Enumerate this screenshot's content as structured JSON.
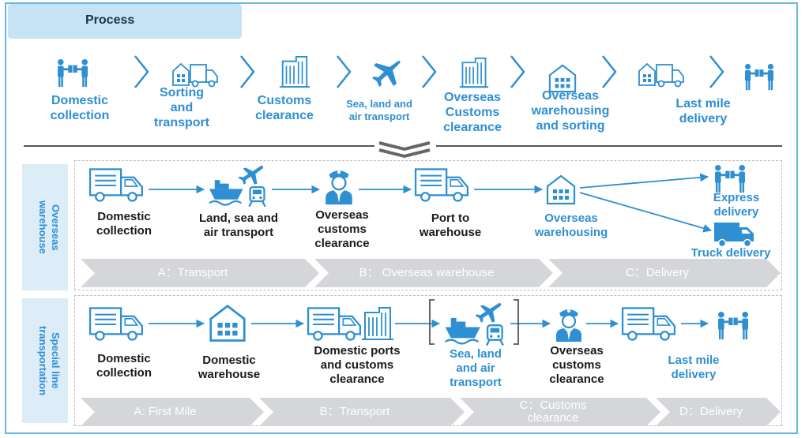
{
  "header": {
    "tab_label": "Process"
  },
  "process": {
    "steps": [
      {
        "label": "Domestic\ncollection",
        "icon": "handover-icon"
      },
      {
        "label": "Sorting\nand\ntransport",
        "icon": "warehouse-truck-icon"
      },
      {
        "label": "Customs\nclearance",
        "icon": "building-icon"
      },
      {
        "label": "Sea, land and\nair transport",
        "icon": "airplane-icon"
      },
      {
        "label": "Overseas\nCustoms\nclearance",
        "icon": "building-icon"
      },
      {
        "label": "Overseas\nwarehousing\nand sorting",
        "icon": "warehouse-icon"
      },
      {
        "label": "Last mile\ndelivery",
        "icon": "warehouse-truck-icon"
      }
    ]
  },
  "overseas": {
    "side_label": "Overseas\nwarehouse",
    "nodes": [
      {
        "label": "Domestic\ncollection",
        "icon": "truck-icon"
      },
      {
        "label": "Land, sea and\nair transport",
        "icon": "plane-ship-train-icon"
      },
      {
        "label": "Overseas\ncustoms\nclearance",
        "icon": "customs-officer-icon"
      },
      {
        "label": "Port to\nwarehouse",
        "icon": "truck-icon"
      },
      {
        "label": "Overseas\nwarehousing",
        "icon": "warehouse-icon"
      },
      {
        "label": "Express\ndelivery",
        "icon": "handover-icon"
      },
      {
        "label": "Truck delivery",
        "icon": "delivery-truck-icon"
      }
    ],
    "phases": [
      {
        "label": "A：Transport"
      },
      {
        "label": "B： Overseas warehouse"
      },
      {
        "label": "C：Delivery"
      }
    ]
  },
  "special": {
    "side_label": "Special line\ntransportation",
    "nodes": [
      {
        "label": "Domestic\ncollection",
        "icon": "truck-icon"
      },
      {
        "label": "Domestic\nwarehouse",
        "icon": "warehouse-icon"
      },
      {
        "label": "Domestic ports\nand customs\nclearance",
        "icon": "truck-building-icon"
      },
      {
        "label": "Sea, land\nand air\ntransport",
        "icon": "plane-ship-train-icon"
      },
      {
        "label": "Overseas\ncustoms\nclearance",
        "icon": "customs-officer-icon"
      },
      {
        "label": "",
        "icon": "truck-icon"
      },
      {
        "label": "Last mile\ndelivery",
        "icon": "handover-icon"
      }
    ],
    "phases": [
      {
        "label": "A: First Mile"
      },
      {
        "label": "B：Transport"
      },
      {
        "label": "C：Customs\nclearance"
      },
      {
        "label": "D：Delivery"
      }
    ]
  },
  "colors": {
    "accent": "#2e8fd2",
    "frame": "#6bb6dd",
    "side_bg": "#dcedf8",
    "bar": "#d4d6d9"
  }
}
